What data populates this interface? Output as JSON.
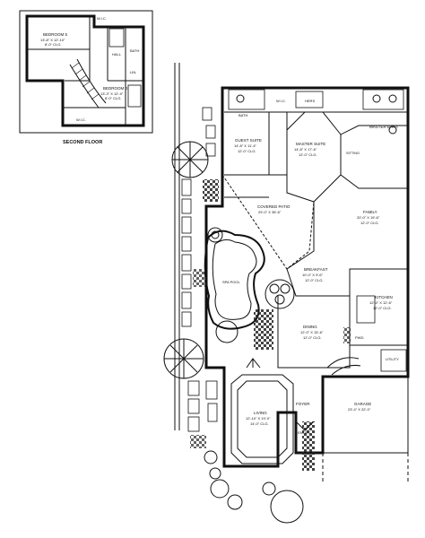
{
  "second_floor": {
    "caption": "SECOND FLOOR",
    "rooms": [
      {
        "name": "BEDROOM 5",
        "dims": "13'-8\" X 12'-10\"",
        "ceiling": "8'-0\" CLG."
      },
      {
        "name": "BEDROOM 4",
        "dims": "13'-3\" X 12'-9\"",
        "ceiling": "8'-0\" CLG."
      },
      {
        "name": "W.I.C.",
        "dims": "",
        "ceiling": ""
      },
      {
        "name": "BATH",
        "dims": "",
        "ceiling": ""
      },
      {
        "name": "HALL",
        "dims": "",
        "ceiling": ""
      },
      {
        "name": "W.I.C.",
        "dims": "",
        "ceiling": ""
      },
      {
        "name": "LIN.",
        "dims": "",
        "ceiling": ""
      }
    ]
  },
  "first_floor": {
    "rooms": [
      {
        "name": "GUEST SUITE",
        "dims": "14'-8\" X 11'-4\"",
        "ceiling": "12'-0\" CLG."
      },
      {
        "name": "MASTER SUITE",
        "dims": "14'-8\" X 17'-6\"",
        "ceiling": "12'-0\" CLG."
      },
      {
        "name": "MASTER BATH",
        "dims": "",
        "ceiling": ""
      },
      {
        "name": "HERS",
        "dims": "",
        "ceiling": ""
      },
      {
        "name": "W.I.C.",
        "dims": "",
        "ceiling": ""
      },
      {
        "name": "BATH",
        "dims": "",
        "ceiling": ""
      },
      {
        "name": "SITTING",
        "dims": "",
        "ceiling": ""
      },
      {
        "name": "COVERED PATIO",
        "dims": "29'-0\" X 35'-6\"",
        "ceiling": ""
      },
      {
        "name": "SPA POOL",
        "dims": "",
        "ceiling": ""
      },
      {
        "name": "FAMILY",
        "dims": "20'-0\" X 19'-6\"",
        "ceiling": "12'-0\" CLG."
      },
      {
        "name": "BREAKFAST",
        "dims": "10'-0\" X 9'-6\"",
        "ceiling": "12'-0\" CLG."
      },
      {
        "name": "KITCHEN",
        "dims": "12'-4\" X 12'-6\"",
        "ceiling": "12'-0\" CLG."
      },
      {
        "name": "DINING",
        "dims": "12'-0\" X 15'-6\"",
        "ceiling": "12'-0\" CLG."
      },
      {
        "name": "LIVING",
        "dims": "12'-10\" X 19'-0\"",
        "ceiling": "14'-0\" CLG."
      },
      {
        "name": "FOYER",
        "dims": "",
        "ceiling": ""
      },
      {
        "name": "ENTRY",
        "dims": "",
        "ceiling": ""
      },
      {
        "name": "GARAGE",
        "dims": "23'-4\" X 22'-0\"",
        "ceiling": ""
      },
      {
        "name": "UTILITY",
        "dims": "",
        "ceiling": ""
      },
      {
        "name": "PWD.",
        "dims": "",
        "ceiling": ""
      }
    ]
  }
}
